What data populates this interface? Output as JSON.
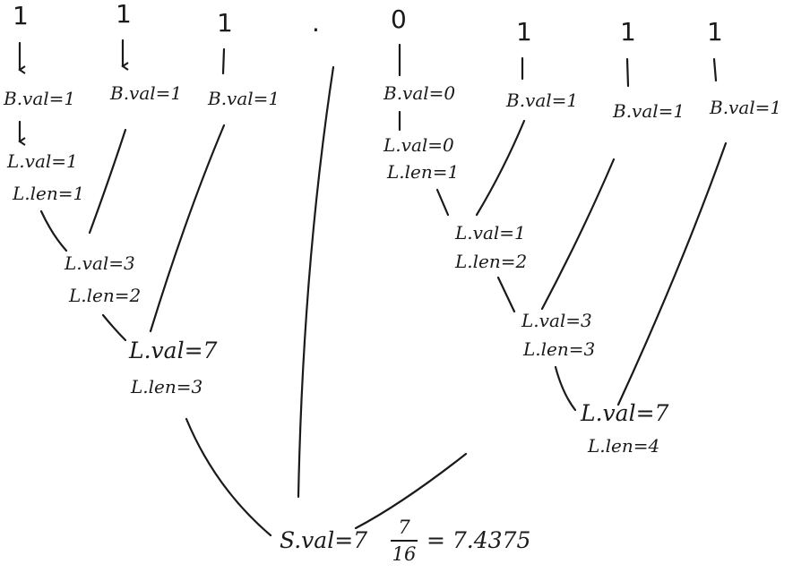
{
  "input_string": {
    "b1": "1",
    "b2": "1",
    "b3": "1",
    "point": ".",
    "b4": "0",
    "b5": "1",
    "b6": "1",
    "b7": "1"
  },
  "left_tree": {
    "bv1": "B.val=1",
    "bv2": "B.val=1",
    "bv3": "B.val=1",
    "l1_val": "L.val=1",
    "l1_len": "L.len=1",
    "l2_val": "L.val=3",
    "l2_len": "L.len=2",
    "l3_val": "L.val=7",
    "l3_len": "L.len=3"
  },
  "right_tree": {
    "bv4": "B.val=0",
    "bv5": "B.val=1",
    "bv6": "B.val=1",
    "bv7": "B.val=1",
    "l4_val": "L.val=0",
    "l4_len": "L.len=1",
    "l5_val": "L.val=1",
    "l5_len": "L.len=2",
    "l6_val": "L.val=3",
    "l6_len": "L.len=3",
    "l7_val": "L.val=7",
    "l7_len": "L.len=4"
  },
  "root": {
    "prefix": "S.val=7",
    "numerator": "7",
    "denominator": "16",
    "result": "= 7.4375"
  }
}
